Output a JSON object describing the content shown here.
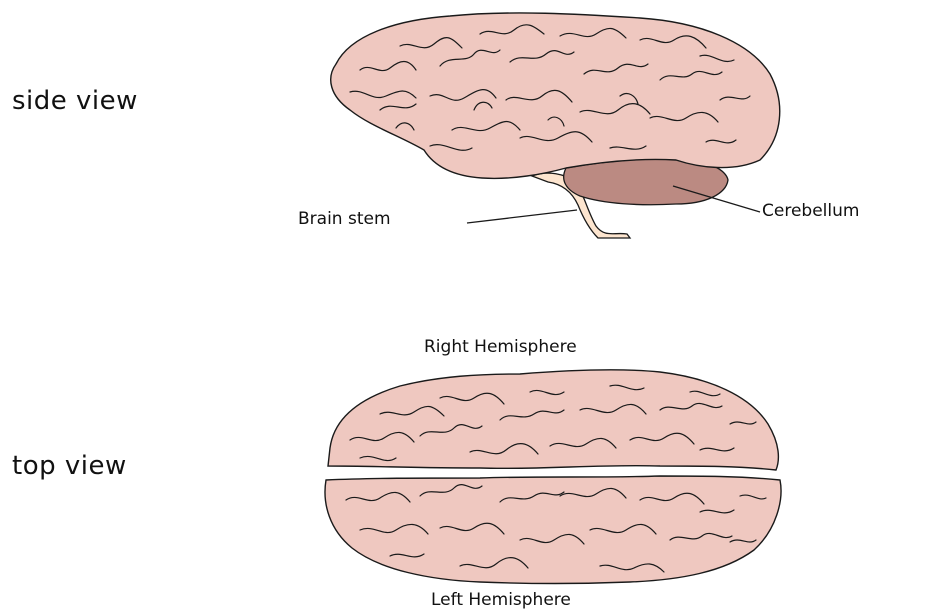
{
  "views": {
    "side": "side view",
    "top": "top view"
  },
  "labels": {
    "brain_stem": "Brain stem",
    "cerebellum": "Cerebellum",
    "right_hemisphere": "Right Hemisphere",
    "left_hemisphere": "Left Hemisphere"
  },
  "colors": {
    "cerebrum": "#efc8c0",
    "cerebellum": "#bb8a82",
    "brain_stem": "#fde5cf",
    "outline": "#1a1a1a"
  }
}
